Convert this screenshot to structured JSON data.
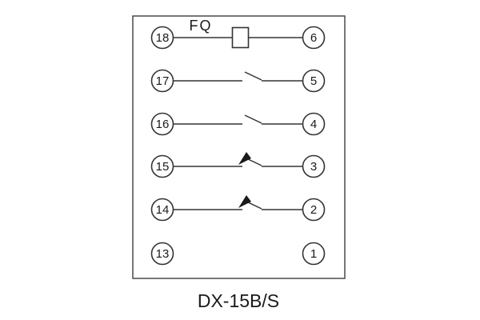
{
  "diagram": {
    "title": "DX-15B/S",
    "coil_label": "FQ",
    "rows": [
      {
        "left": "18",
        "right": "6",
        "symbol": "coil"
      },
      {
        "left": "17",
        "right": "5",
        "symbol": "open-contact"
      },
      {
        "left": "16",
        "right": "4",
        "symbol": "open-contact"
      },
      {
        "left": "15",
        "right": "3",
        "symbol": "flag-contact"
      },
      {
        "left": "14",
        "right": "2",
        "symbol": "flag-contact"
      },
      {
        "left": "13",
        "right": "1",
        "symbol": "none"
      }
    ]
  }
}
